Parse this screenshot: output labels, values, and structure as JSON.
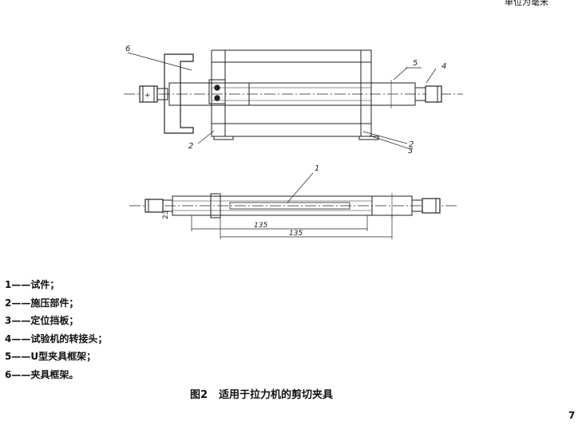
{
  "page": {
    "unit_note": "单位为毫米",
    "page_number": "7"
  },
  "figure": {
    "caption_number": "图2",
    "caption_title": "适用于拉力机的剪切夹具",
    "callouts": {
      "top_view": [
        "6",
        "5",
        "4",
        "2",
        "2",
        "3"
      ],
      "side_view": [
        "1"
      ]
    },
    "side_view_label": "23",
    "dimensions": [
      "135",
      "135"
    ]
  },
  "legend": [
    {
      "num": "1",
      "dash": "——",
      "text": "试件；"
    },
    {
      "num": "2",
      "dash": "——",
      "text": "施压部件；"
    },
    {
      "num": "3",
      "dash": "——",
      "text": "定位挡板；"
    },
    {
      "num": "4",
      "dash": "——",
      "text": "试验机的转接头；"
    },
    {
      "num": "5",
      "dash": "——",
      "text": "U型夹具框架；"
    },
    {
      "num": "6",
      "dash": "——",
      "text": "夹具框架。"
    }
  ]
}
